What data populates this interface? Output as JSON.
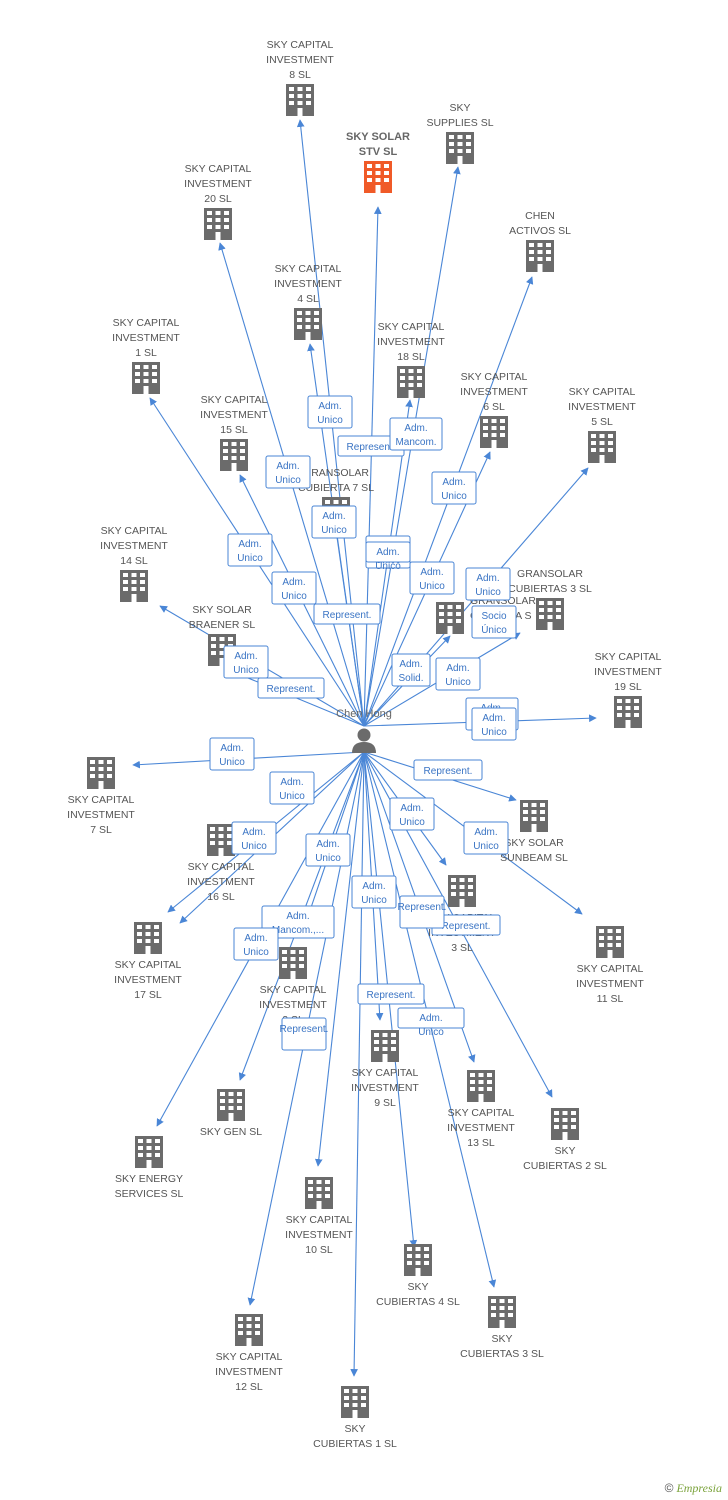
{
  "colors": {
    "edge": "#4a86d6",
    "building": "#6b6b6b",
    "highlight": "#f05a28",
    "brand": "#7aa23a"
  },
  "person": {
    "name": "Chen Hong",
    "icon": "person-icon"
  },
  "companies": [
    {
      "id": "c1",
      "lines": [
        "SKY CAPITAL",
        "INVESTMENT",
        "8 SL"
      ]
    },
    {
      "id": "c2",
      "lines": [
        "SKY SOLAR",
        "STV SL"
      ],
      "highlight": true
    },
    {
      "id": "c3",
      "lines": [
        "SKY",
        "SUPPLIES SL"
      ]
    },
    {
      "id": "c4",
      "lines": [
        "SKY CAPITAL",
        "INVESTMENT",
        "20 SL"
      ]
    },
    {
      "id": "c5",
      "lines": [
        "CHEN",
        "ACTIVOS SL"
      ]
    },
    {
      "id": "c6",
      "lines": [
        "SKY CAPITAL",
        "INVESTMENT",
        "4 SL"
      ]
    },
    {
      "id": "c7",
      "lines": [
        "SKY CAPITAL",
        "INVESTMENT",
        "1 SL"
      ]
    },
    {
      "id": "c8",
      "lines": [
        "SKY CAPITAL",
        "INVESTMENT",
        "18 SL"
      ]
    },
    {
      "id": "c9",
      "lines": [
        "SKY CAPITAL",
        "INVESTMENT",
        "6 SL"
      ]
    },
    {
      "id": "c10",
      "lines": [
        "SKY CAPITAL",
        "INVESTMENT",
        "5 SL"
      ]
    },
    {
      "id": "c11",
      "lines": [
        "SKY CAPITAL",
        "INVESTMENT",
        "15 SL"
      ]
    },
    {
      "id": "c12",
      "lines": [
        "GRANSOLAR",
        "CUBIERTA 7  SL"
      ]
    },
    {
      "id": "c13",
      "lines": [
        "SKY CAPITAL",
        "INVESTMENT",
        "14 SL"
      ]
    },
    {
      "id": "c14",
      "lines": [
        "SKY SOLAR",
        "BRAENER SL"
      ]
    },
    {
      "id": "c15",
      "lines": [
        "GRANSOLAR",
        "CUBIERTA S"
      ]
    },
    {
      "id": "c16",
      "lines": [
        "GRANSOLAR",
        "CUBIERTAS 3 SL"
      ]
    },
    {
      "id": "c17",
      "lines": [
        "SKY CAPITAL",
        "INVESTMENT",
        "19 SL"
      ]
    },
    {
      "id": "c18",
      "lines": [
        "SKY CAPITAL",
        "INVESTMENT",
        "7 SL"
      ]
    },
    {
      "id": "c19",
      "lines": [
        "SKY SOLAR",
        "SUNBEAM SL"
      ]
    },
    {
      "id": "c20",
      "lines": [
        "SKY CAPITAL",
        "INVESTMENT",
        "16 SL"
      ]
    },
    {
      "id": "c21",
      "lines": [
        "SKY CAPITAL",
        "INVESTMENT",
        "3 SL"
      ]
    },
    {
      "id": "c22",
      "lines": [
        "SKY CAPITAL",
        "INVESTMENT",
        "11 SL"
      ]
    },
    {
      "id": "c23",
      "lines": [
        "SKY CAPITAL",
        "INVESTMENT",
        "17 SL"
      ]
    },
    {
      "id": "c24",
      "lines": [
        "SKY CAPITAL",
        "INVESTMENT",
        "2 SL"
      ]
    },
    {
      "id": "c25",
      "lines": [
        "SKY CAPITAL",
        "INVESTMENT",
        "9 SL"
      ]
    },
    {
      "id": "c26",
      "lines": [
        "SKY CAPITAL",
        "INVESTMENT",
        "13 SL"
      ]
    },
    {
      "id": "c27",
      "lines": [
        "SKY",
        "CUBIERTAS 2 SL"
      ]
    },
    {
      "id": "c28",
      "lines": [
        "SKY GEN  SL"
      ]
    },
    {
      "id": "c29",
      "lines": [
        "SKY ENERGY",
        "SERVICES  SL"
      ]
    },
    {
      "id": "c30",
      "lines": [
        "SKY CAPITAL",
        "INVESTMENT",
        "10 SL"
      ]
    },
    {
      "id": "c31",
      "lines": [
        "SKY",
        "CUBIERTAS 4 SL"
      ]
    },
    {
      "id": "c32",
      "lines": [
        "SKY",
        "CUBIERTAS 3 SL"
      ]
    },
    {
      "id": "c33",
      "lines": [
        "SKY CAPITAL",
        "INVESTMENT",
        "12 SL"
      ]
    },
    {
      "id": "c34",
      "lines": [
        "SKY",
        "CUBIERTAS 1 SL"
      ]
    }
  ],
  "roles": [
    {
      "lines": [
        "Adm.",
        "Unico"
      ]
    },
    {
      "lines": [
        "Represent."
      ]
    },
    {
      "lines": [
        "Adm.",
        "Mancom."
      ]
    },
    {
      "lines": [
        "Adm.",
        "Unico"
      ]
    },
    {
      "lines": [
        "Adm.",
        "Unico"
      ]
    },
    {
      "lines": [
        "Adm.",
        "Unico"
      ]
    },
    {
      "lines": [
        "Adm.",
        "Unico"
      ]
    },
    {
      "lines": [
        "Adm.",
        "Unico"
      ]
    },
    {
      "lines": [
        "Adm.",
        "Unico"
      ]
    },
    {
      "lines": [
        "Adm.",
        "Unico"
      ]
    },
    {
      "lines": [
        "Adm.",
        "Unico"
      ]
    },
    {
      "lines": [
        "Represent."
      ]
    },
    {
      "lines": [
        "Adm.",
        "Unico"
      ]
    },
    {
      "lines": [
        "Socio",
        "Único"
      ]
    },
    {
      "lines": [
        "Adm.",
        "Unico"
      ]
    },
    {
      "lines": [
        "Represent."
      ]
    },
    {
      "lines": [
        "Adm.",
        "Solid."
      ]
    },
    {
      "lines": [
        "Adm.",
        "Unico"
      ]
    },
    {
      "lines": [
        "Adm.",
        "Unico"
      ]
    },
    {
      "lines": [
        "Adm.",
        "Unico"
      ]
    },
    {
      "lines": [
        "Represent."
      ]
    },
    {
      "lines": [
        "Adm.",
        "Unico"
      ]
    },
    {
      "lines": [
        "Adm.",
        "Unico"
      ]
    },
    {
      "lines": [
        "Adm.",
        "Unico"
      ]
    },
    {
      "lines": [
        "Adm.",
        "Unico"
      ]
    },
    {
      "lines": [
        "Adm.",
        "Unico"
      ]
    },
    {
      "lines": [
        "Adm.",
        "Unico"
      ]
    },
    {
      "lines": [
        "Represent."
      ]
    },
    {
      "lines": [
        "Adm.",
        "Mancom.,..."
      ]
    },
    {
      "lines": [
        "Adm.",
        "Unico"
      ]
    },
    {
      "lines": [
        "Adm.",
        "Unico"
      ]
    },
    {
      "lines": [
        "Represent."
      ]
    },
    {
      "lines": [
        "Represent."
      ]
    },
    {
      "lines": [
        "Adm.",
        "Unico"
      ]
    },
    {
      "lines": [
        "Represent."
      ]
    }
  ],
  "footer": {
    "copyright": "©",
    "brand": "Empresia"
  }
}
